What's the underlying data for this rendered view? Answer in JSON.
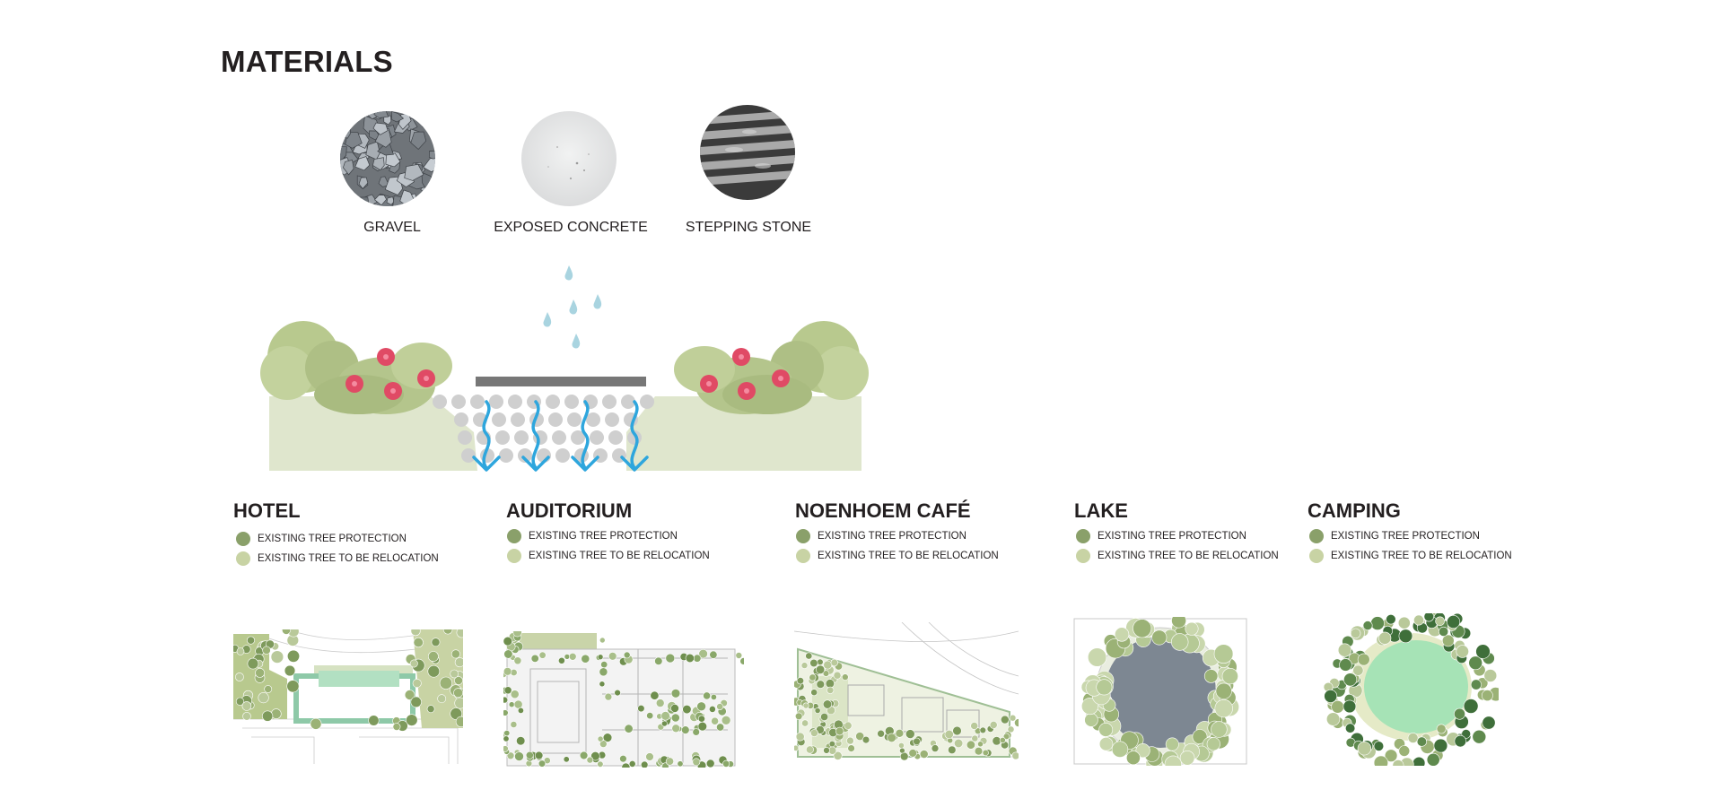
{
  "title": "MATERIALS",
  "materials": [
    {
      "label": "GRAVEL"
    },
    {
      "label": "EXPOSED CONCRETE"
    },
    {
      "label": "STEPPING STONE"
    }
  ],
  "legend": {
    "protection": "EXISTING TREE PROTECTION",
    "relocation": "EXISTING TREE TO BE RELOCATION",
    "protection_color": "#8aa06a",
    "relocation_color": "#c8d3a4"
  },
  "areas": [
    {
      "title": "HOTEL"
    },
    {
      "title": "AUDITORIUM"
    },
    {
      "title": "NOENHOEM CAFÉ"
    },
    {
      "title": "LAKE"
    },
    {
      "title": "CAMPING"
    }
  ],
  "colors": {
    "grass": "#dfe6cd",
    "foliage": "#b8c98e",
    "flower": "#e04a65",
    "water_arrow": "#2ea6dd",
    "rain": "#a9d4e0",
    "slab": "#777777",
    "gravel_dot": "#cfcfcf",
    "lake": "#7d8792"
  }
}
